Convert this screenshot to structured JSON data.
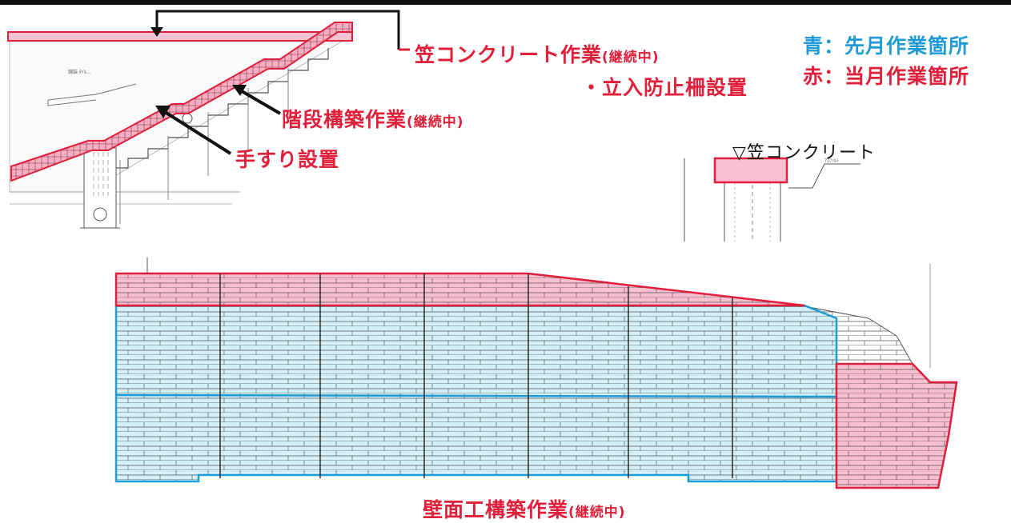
{
  "legend": {
    "blue_text": "青：先月作業箇所",
    "red_text": "赤：当月作業箇所"
  },
  "labels": {
    "kasa_work": "笠コンクリート作業",
    "kasa_work_status": "(継続中)",
    "fence": "・立入防止柵設置",
    "stairs_work": "階段構築作業",
    "stairs_work_status": "(継続中)",
    "handrail": "手すり設置",
    "kasa_section": "▽笠コンクリート",
    "wall_work": "壁面工構築作業",
    "wall_work_status": "(継続中)"
  },
  "colors": {
    "current_month": "#e0203a",
    "previous_month": "#1f9bd7",
    "current_fill": "#f5b8c8",
    "previous_fill": "#cdeef5"
  }
}
